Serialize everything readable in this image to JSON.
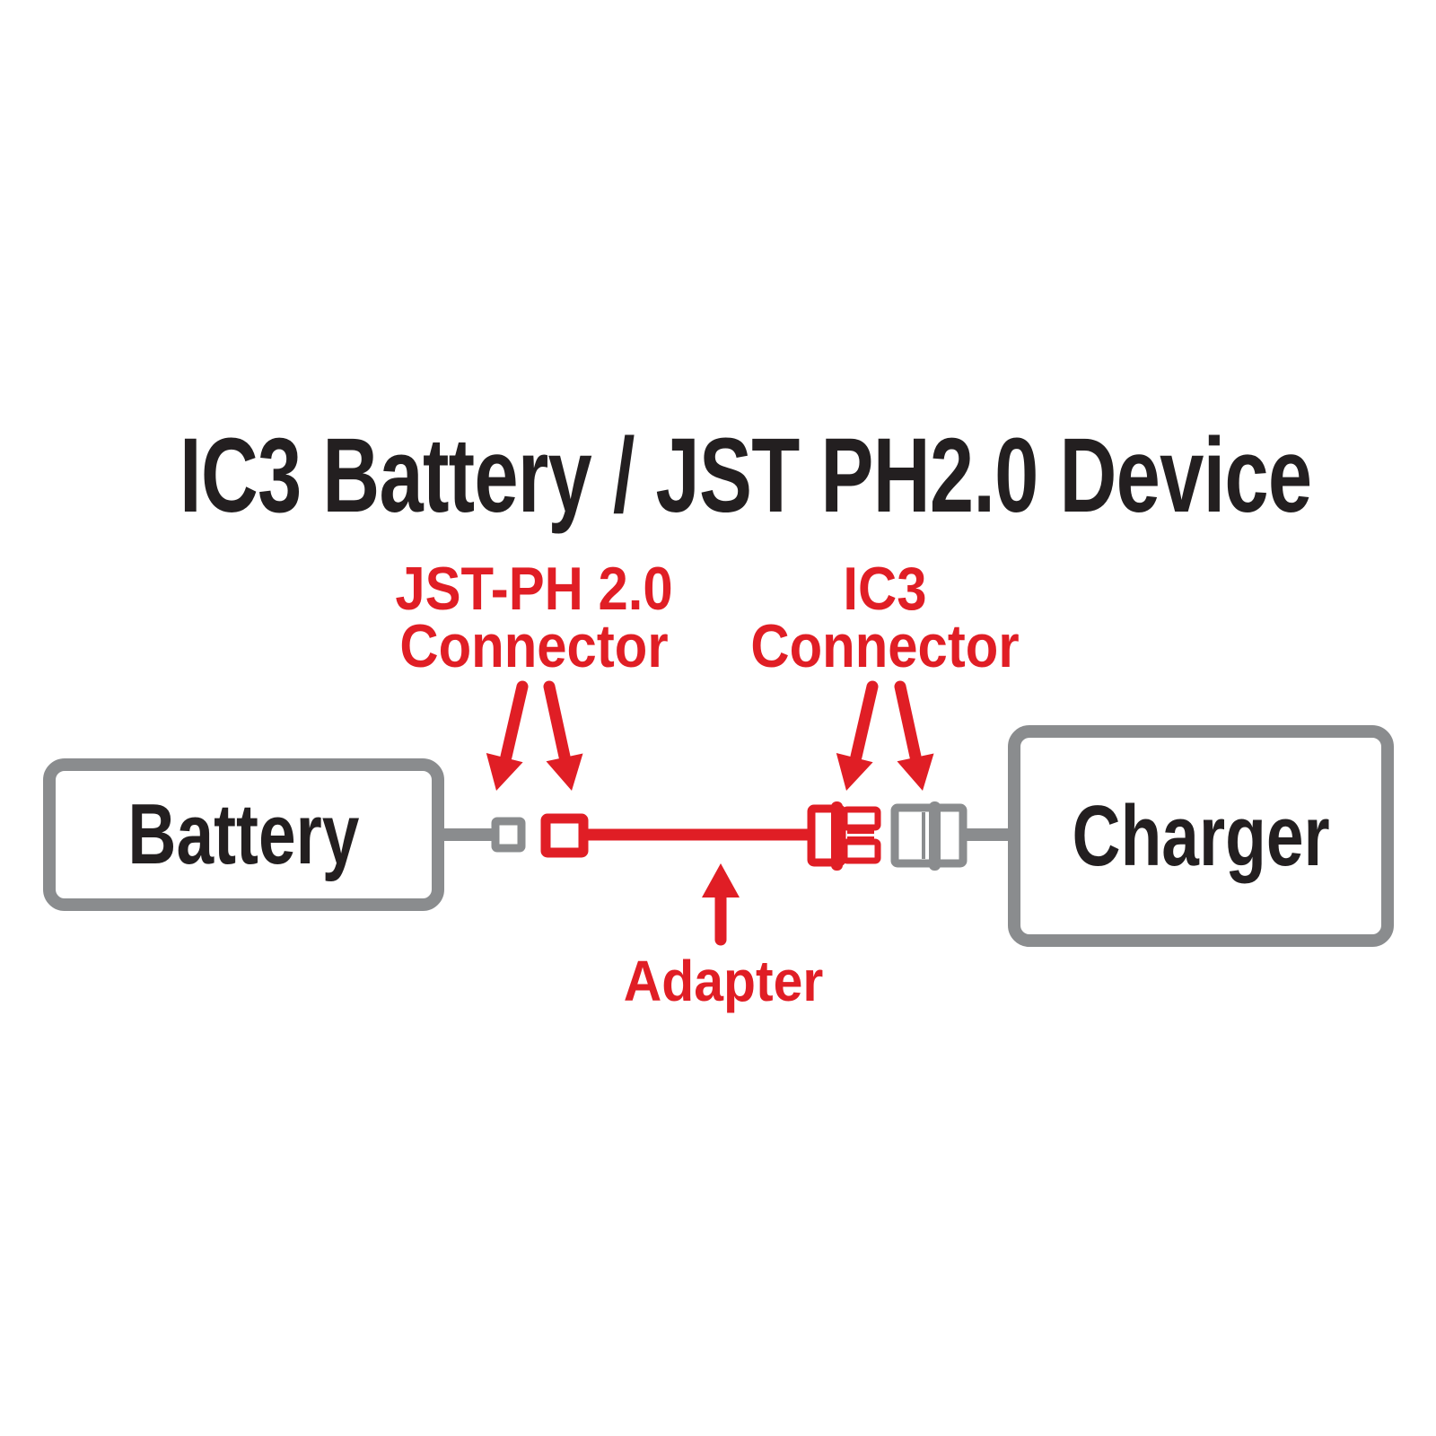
{
  "title": "IC3 Battery / JST PH2.0 Device",
  "callouts": {
    "jst": {
      "line1": "JST-PH 2.0",
      "line2": "Connector"
    },
    "ic3": {
      "line1": "IC3",
      "line2": "Connector"
    },
    "adapter": {
      "label": "Adapter"
    }
  },
  "devices": {
    "battery": {
      "label": "Battery"
    },
    "charger": {
      "label": "Charger"
    }
  },
  "icons": [
    "down-arrow-icon",
    "up-arrow-icon",
    "jst-plug-gray",
    "jst-socket-red",
    "ic3-plug-red",
    "ic3-socket-gray",
    "adapter-cable",
    "battery-wire",
    "charger-wire"
  ],
  "colors": {
    "red": "#E01E25",
    "gray": "#8A8C8E",
    "ink": "#231F20",
    "background": "#FFFFFF"
  }
}
